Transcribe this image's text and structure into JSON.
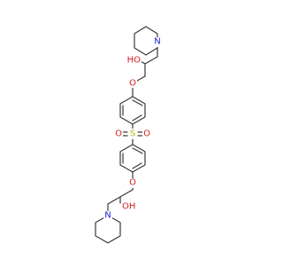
{
  "atoms": {
    "oxygen_color": "#d62020",
    "sulfur_color": "#b8b800",
    "nitrogen_color": "#2020d6",
    "carbon_bond_color": "#3a3a3a"
  },
  "labels": {
    "top_n": "N",
    "top_oh": "HO",
    "top_ether_o": "O",
    "sulfur": "S",
    "sulfonyl_o_left": "O",
    "sulfonyl_o_right": "O",
    "bottom_ether_o": "O",
    "bottom_oh": "OH",
    "bottom_n": "N"
  }
}
